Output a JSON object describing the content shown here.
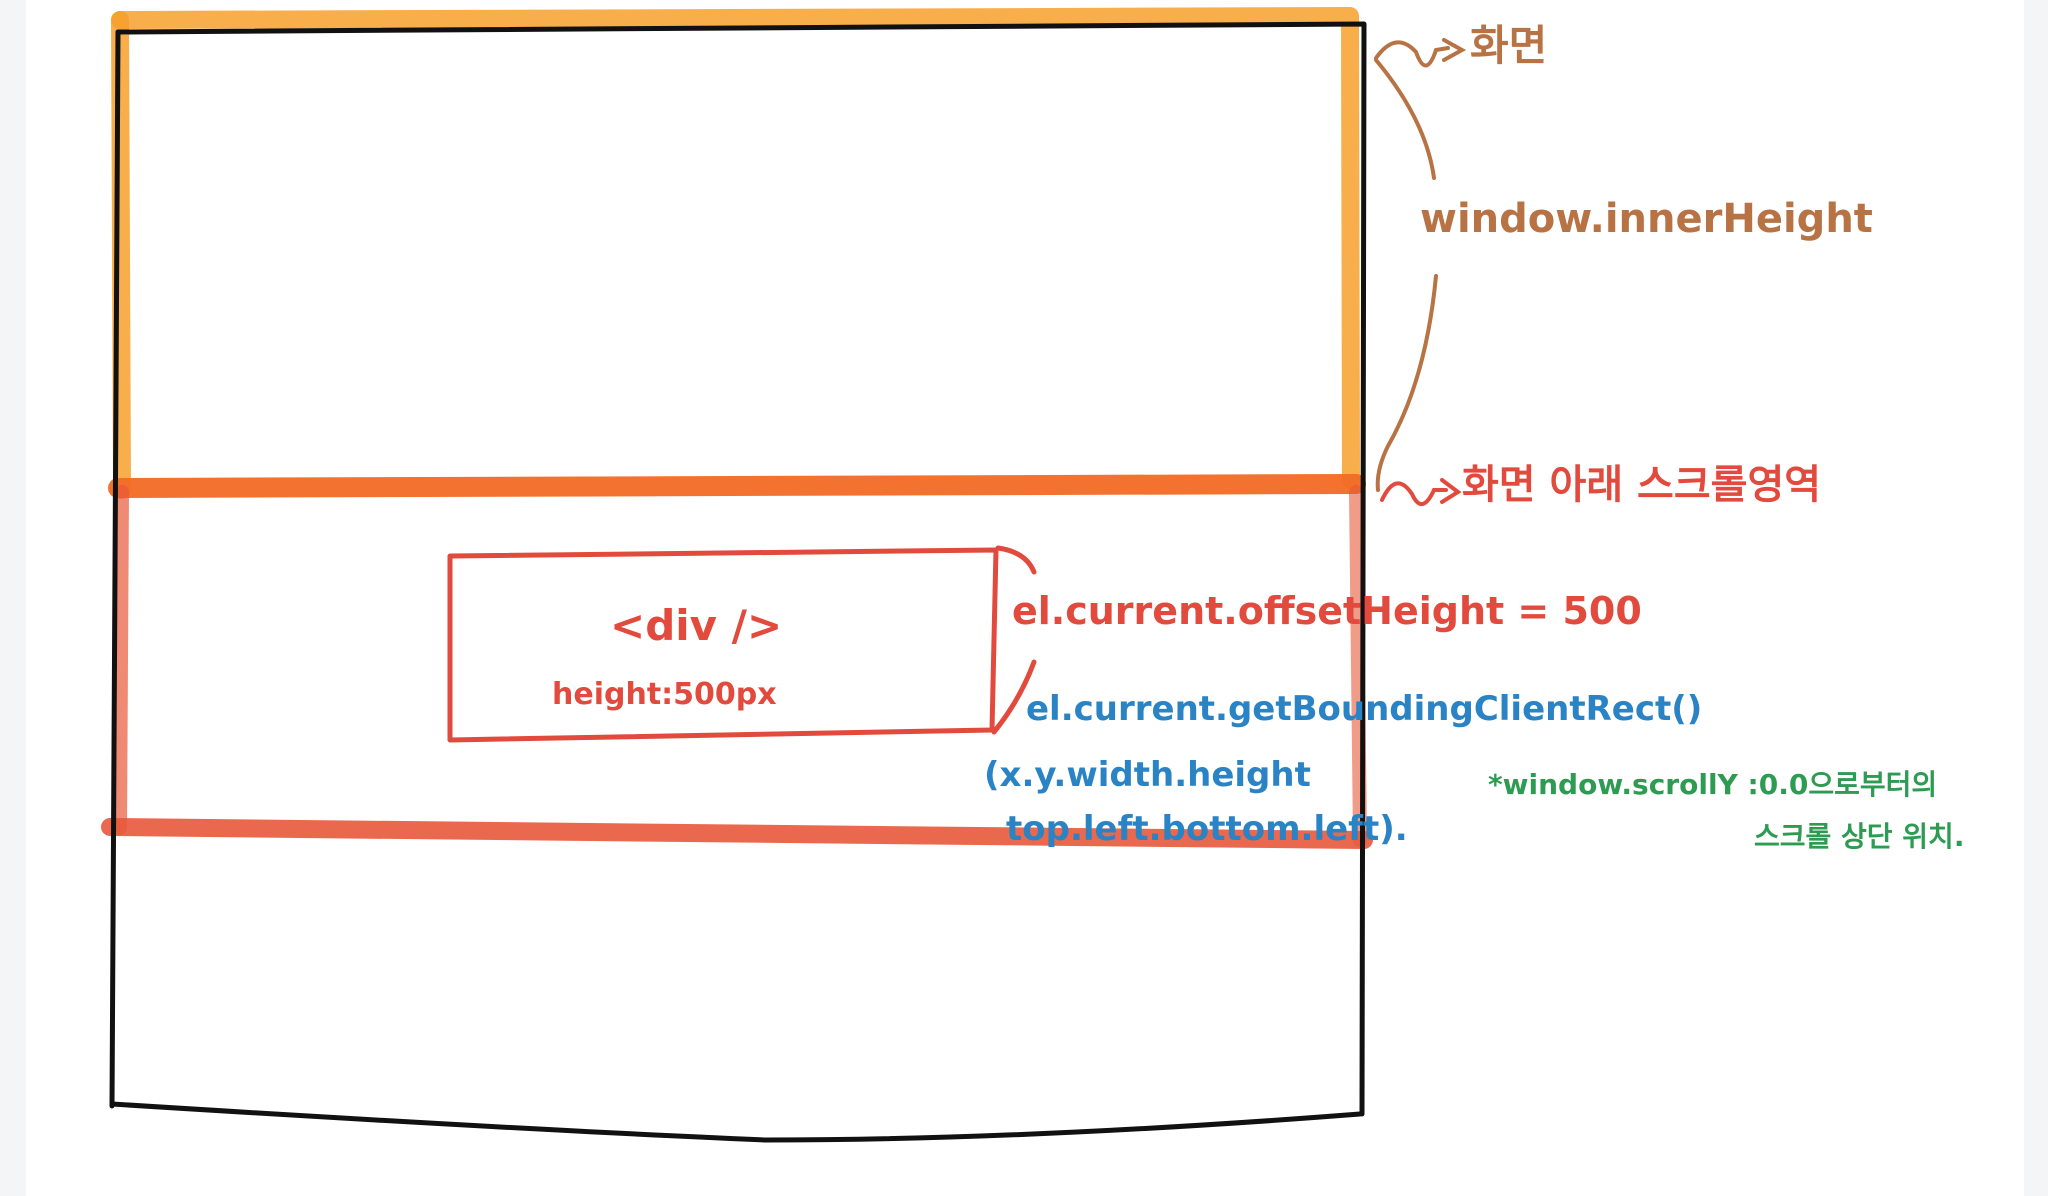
{
  "labels": {
    "screen": "화면",
    "inner_height": "window.innerHeight",
    "below_scroll_area": "화면 아래 스크롤영역",
    "div_tag": "<div />",
    "div_height": "height:500px",
    "offset_height": "el.current.offsetHeight = 500",
    "bounding_rect": "el.current.getBoundingClientRect()",
    "bounding_props_1": "(x.y.width.height",
    "bounding_props_2": "top.left.bottom.left).",
    "scroll_y_note_1": "*window.scrollY :0.0으로부터의",
    "scroll_y_note_2": "스크롤 상단 위치."
  },
  "colors": {
    "screen_highlight": "#f7a02c",
    "scroll_highlight": "#f26a24",
    "scroll_area_bottom": "#e8583a",
    "div_box": "#e24a3d",
    "brown_text": "#b87344",
    "red_text": "#e24a3d",
    "blue_text": "#2a83c4",
    "green_text": "#2e9b52",
    "outline": "#111111"
  }
}
